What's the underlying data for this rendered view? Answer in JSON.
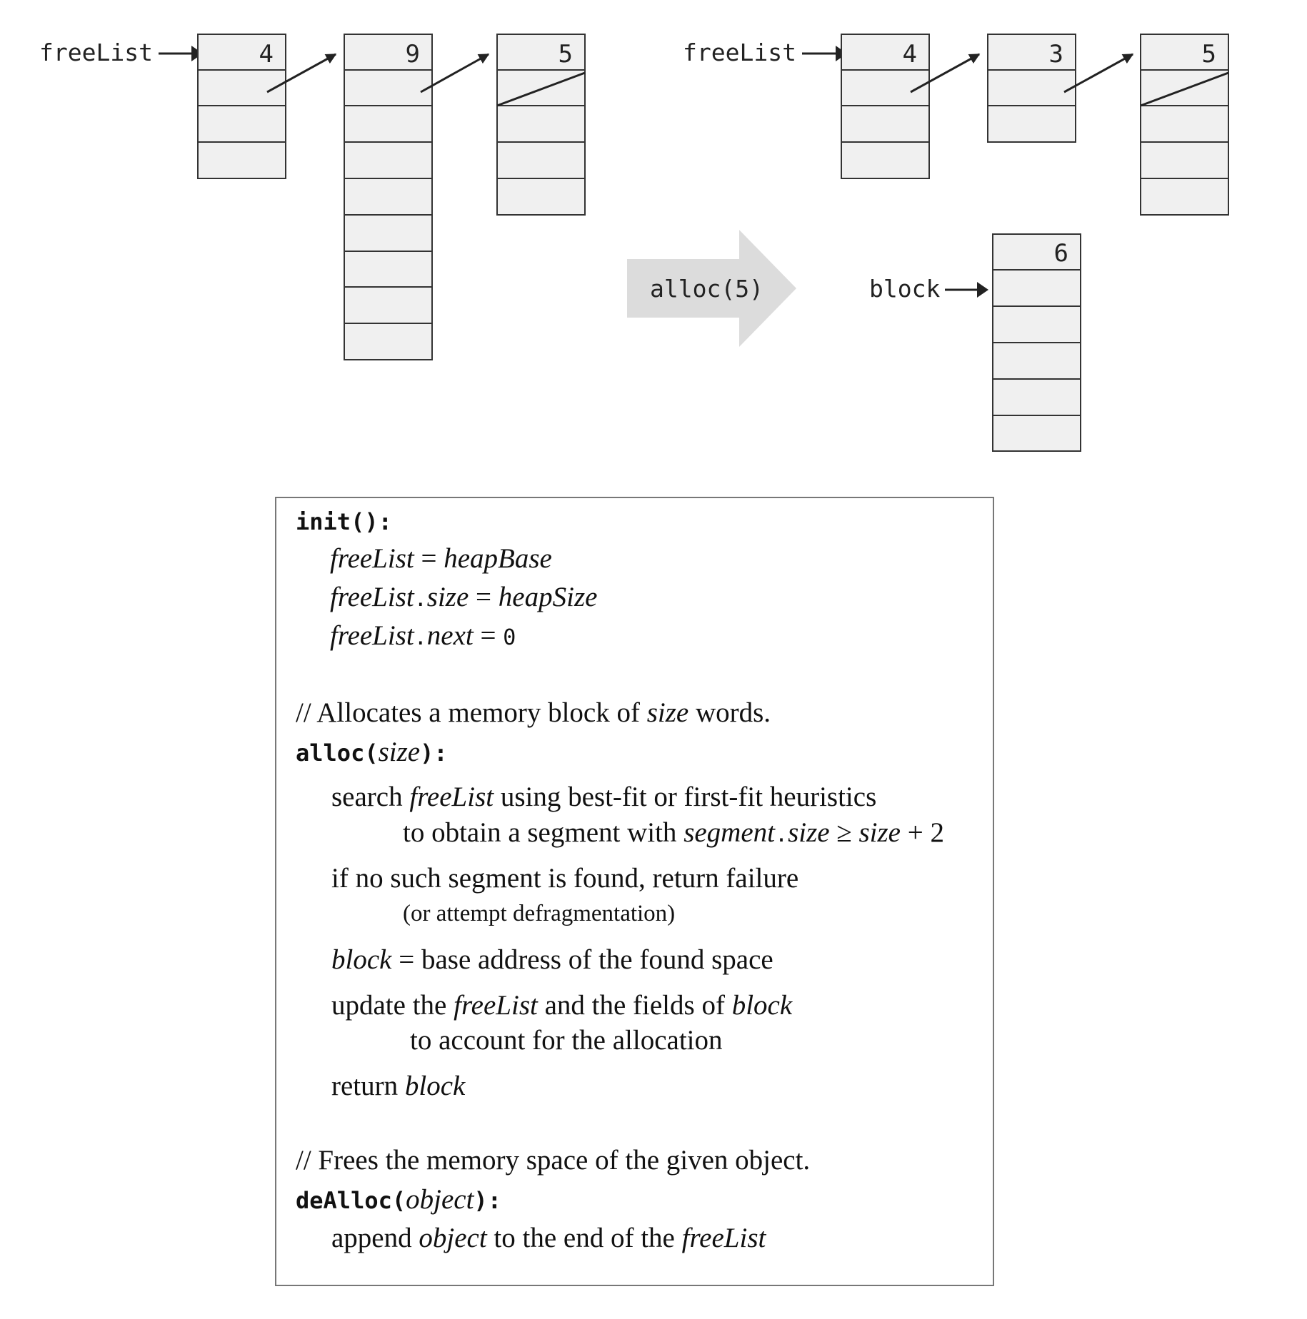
{
  "left_state": {
    "pointer_label": "freeList",
    "segments": [
      {
        "size": "4",
        "cells": 4
      },
      {
        "size": "9",
        "cells": 9
      },
      {
        "size": "5",
        "cells": 5
      }
    ]
  },
  "operation": {
    "label": "alloc(5)"
  },
  "right_state": {
    "pointer_label": "freeList",
    "segments": [
      {
        "size": "4",
        "cells": 4
      },
      {
        "size": "3",
        "cells": 3
      },
      {
        "size": "5",
        "cells": 5
      }
    ],
    "block": {
      "pointer_label": "block",
      "size": "6",
      "cells": 6
    }
  },
  "code": {
    "init": {
      "header": "init():",
      "l1": {
        "lhs": "freeList",
        "eq": " = ",
        "rhs": "heapBase"
      },
      "l2": {
        "a": "freeList",
        "dot": ".",
        "b": "size",
        "eq": " = ",
        "rhs": "heapSize"
      },
      "l3": {
        "a": "freeList",
        "dot": ".",
        "b": "next",
        "eq": " = ",
        "rhs": "0"
      }
    },
    "alloc": {
      "comment_pre": "// Allocates a memory block of ",
      "comment_it": "size",
      "comment_post": " words.",
      "header_pre": "alloc(",
      "header_arg": "size",
      "header_post": "):",
      "s1_pre": "search ",
      "s1_it": "freeList",
      "s1_post": " using best-fit or first-fit heuristics",
      "s2_pre": "to obtain a segment with ",
      "s2_seg": "segment",
      "s2_dot": ".",
      "s2_size": "size",
      "s2_ge": " ≥ ",
      "s2_size2": "size",
      "s2_post": " + 2",
      "s3": "if no such segment is found, return failure",
      "s4": "(or attempt defragmentation)",
      "s5_it": "block",
      "s5_post": " = base address of the found space",
      "s6_pre": "update the ",
      "s6_it1": "freeList",
      "s6_mid": " and the fields of ",
      "s6_it2": "block",
      "s7": "to account for the allocation",
      "s8_pre": "return ",
      "s8_it": "block"
    },
    "dealloc": {
      "comment": "// Frees the memory space of the given object.",
      "header_pre": "deAlloc(",
      "header_arg": "object",
      "header_post": "):",
      "s1_pre": "append ",
      "s1_it": "object",
      "s1_mid": " to the end of the ",
      "s1_it2": "freeList"
    }
  }
}
